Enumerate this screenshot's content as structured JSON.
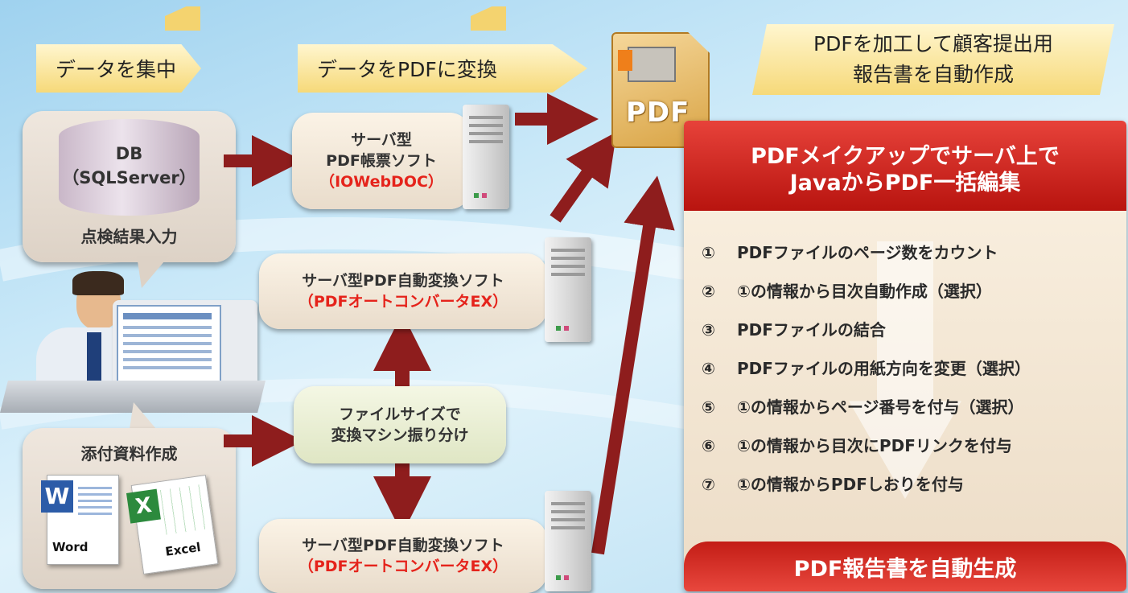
{
  "banners": {
    "collect": "データを集中",
    "convert": "データをPDFに変換",
    "process_line1": "PDFを加工して顧客提出用",
    "process_line2": "報告書を自動作成"
  },
  "db_box": {
    "db_label": "DB",
    "db_sub": "（SQLServer）",
    "caption": "点検結果入力"
  },
  "attach_box": {
    "caption": "添付資料作成",
    "word_label": "Word",
    "excel_label": "Excel"
  },
  "server_top": {
    "line1": "サーバ型",
    "line2": "PDF帳票ソフト",
    "product": "（IOWebDOC）"
  },
  "server_mid": {
    "line1": "サーバ型PDF自動変換ソフト",
    "product": "（PDFオートコンバータEX）"
  },
  "server_bot": {
    "line1": "サーバ型PDF自動変換ソフト",
    "product": "（PDFオートコンバータEX）"
  },
  "distribute": {
    "line1": "ファイルサイズで",
    "line2": "変換マシン振り分け"
  },
  "pdf_icon_label": "PDF",
  "panel": {
    "title_line1": "PDFメイクアップでサーバ上で",
    "title_line2": "JavaからPDF一括編集",
    "steps": [
      {
        "num": "①",
        "text": "PDFファイルのページ数をカウント"
      },
      {
        "num": "②",
        "text": "①の情報から目次自動作成（選択）"
      },
      {
        "num": "③",
        "text": "PDFファイルの結合"
      },
      {
        "num": "④",
        "text": "PDFファイルの用紙方向を変更（選択）"
      },
      {
        "num": "⑤",
        "text": "①の情報からページ番号を付与（選択）"
      },
      {
        "num": "⑥",
        "text": "①の情報から目次にPDFリンクを付与"
      },
      {
        "num": "⑦",
        "text": "①の情報からPDFしおりを付与"
      }
    ],
    "footer": "PDF報告書を自動生成"
  },
  "colors": {
    "arrow": "#8e1d1d",
    "accent_red": "#e5231b",
    "banner": "#f6d979"
  }
}
